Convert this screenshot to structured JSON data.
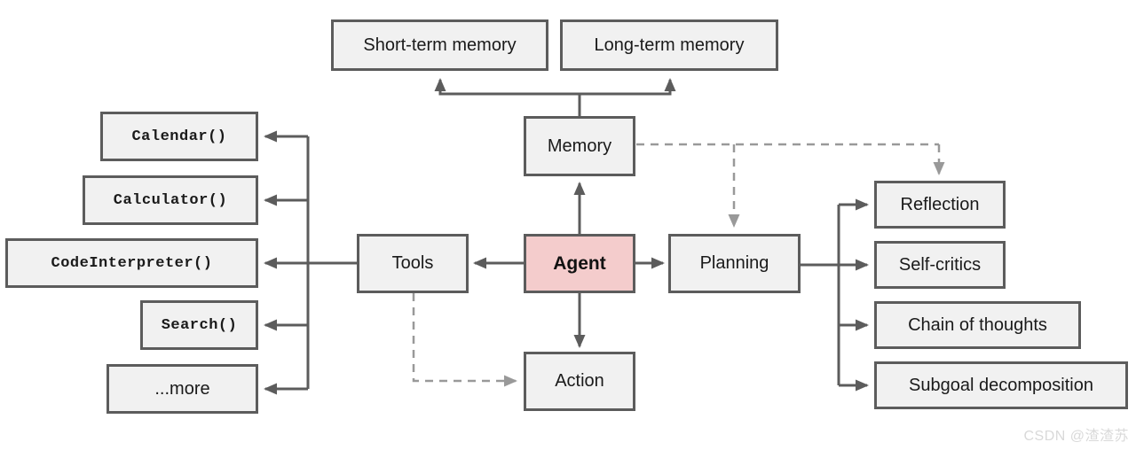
{
  "nodes": {
    "short_term_memory": {
      "label": "Short-term memory"
    },
    "long_term_memory": {
      "label": "Long-term memory"
    },
    "memory": {
      "label": "Memory"
    },
    "agent": {
      "label": "Agent"
    },
    "tools": {
      "label": "Tools"
    },
    "planning": {
      "label": "Planning"
    },
    "action": {
      "label": "Action"
    },
    "calendar": {
      "label": "Calendar()"
    },
    "calculator": {
      "label": "Calculator()"
    },
    "code_interpreter": {
      "label": "CodeInterpreter()"
    },
    "search": {
      "label": "Search()"
    },
    "more": {
      "label": "...more"
    },
    "reflection": {
      "label": "Reflection"
    },
    "self_critics": {
      "label": "Self-critics"
    },
    "chain_of_thoughts": {
      "label": "Chain of thoughts"
    },
    "subgoal_decomposition": {
      "label": "Subgoal decomposition"
    }
  },
  "edges": [
    {
      "from": "Memory",
      "to": "Short-term memory",
      "style": "solid"
    },
    {
      "from": "Memory",
      "to": "Long-term memory",
      "style": "solid"
    },
    {
      "from": "Agent",
      "to": "Memory",
      "style": "solid"
    },
    {
      "from": "Agent",
      "to": "Tools",
      "style": "solid"
    },
    {
      "from": "Agent",
      "to": "Planning",
      "style": "solid"
    },
    {
      "from": "Agent",
      "to": "Action",
      "style": "solid"
    },
    {
      "from": "Tools",
      "to": "Calendar()",
      "style": "solid"
    },
    {
      "from": "Tools",
      "to": "Calculator()",
      "style": "solid"
    },
    {
      "from": "Tools",
      "to": "CodeInterpreter()",
      "style": "solid"
    },
    {
      "from": "Tools",
      "to": "Search()",
      "style": "solid"
    },
    {
      "from": "Tools",
      "to": "...more",
      "style": "solid"
    },
    {
      "from": "Planning",
      "to": "Reflection",
      "style": "solid"
    },
    {
      "from": "Planning",
      "to": "Self-critics",
      "style": "solid"
    },
    {
      "from": "Planning",
      "to": "Chain of thoughts",
      "style": "solid"
    },
    {
      "from": "Planning",
      "to": "Subgoal decomposition",
      "style": "solid"
    },
    {
      "from": "Memory",
      "to": "Planning",
      "style": "dashed"
    },
    {
      "from": "Memory",
      "to": "Reflection",
      "style": "dashed"
    },
    {
      "from": "Tools",
      "to": "Action",
      "style": "dashed"
    }
  ],
  "colors": {
    "node_fill": "#f1f1f1",
    "agent_fill": "#f4cccc",
    "node_border": "#5c5c5c",
    "solid_line": "#5c5c5c",
    "dashed_line": "#999999",
    "watermark": "#d9d9d9"
  },
  "watermark": {
    "text": "CSDN @渣渣苏"
  }
}
